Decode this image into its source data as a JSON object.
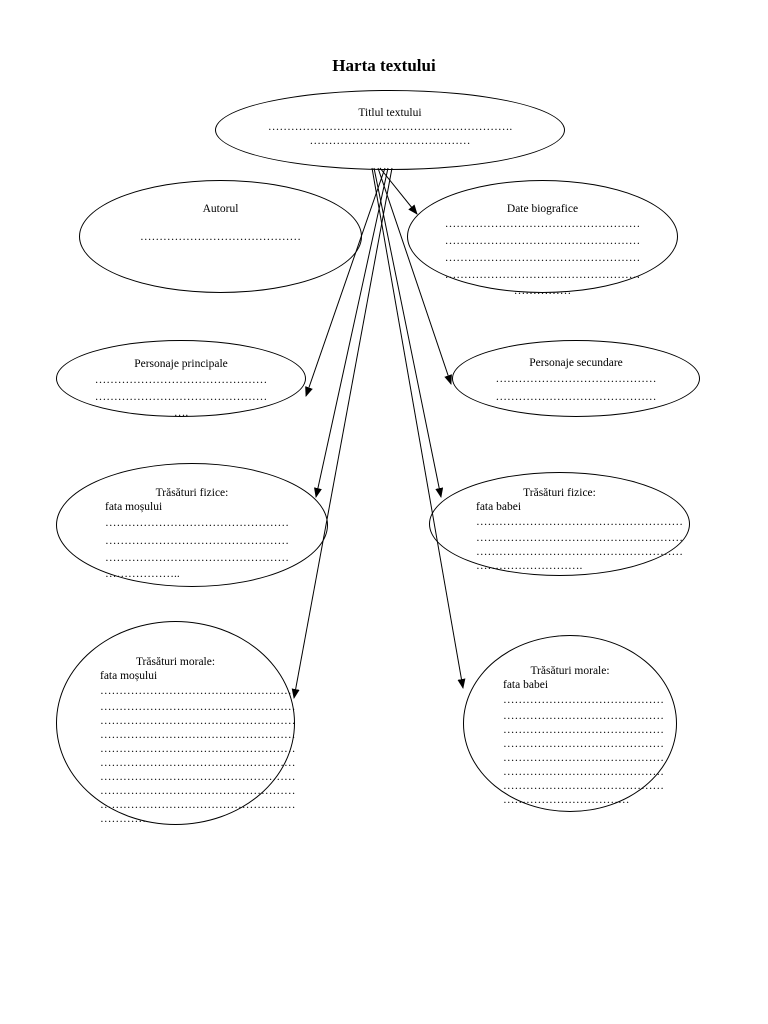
{
  "title": "Harta textului",
  "nodes": {
    "titlu": {
      "heading": "Titlul textului",
      "lines": [
        "……………………………………………………….",
        "……………………………………"
      ]
    },
    "autorul": {
      "heading": "Autorul",
      "lines": [
        "……………………………………"
      ]
    },
    "date_biografice": {
      "heading": "Date biografice",
      "lines": [
        "……………………………………………",
        "……………………………………………",
        "……………………………………………",
        "……………………………………………",
        "……………"
      ]
    },
    "personaje_principale": {
      "heading": "Personaje principale",
      "lines": [
        "………………………………………",
        "………………………………………",
        "…."
      ]
    },
    "personaje_secundare": {
      "heading": "Personaje secundare",
      "lines": [
        "……………………………………",
        "……………………………………"
      ]
    },
    "trasaturi_fizice_mos": {
      "heading": "Trăsături fizice:",
      "subheading": "fata moșului",
      "lines": [
        "…………………………………………",
        "…………………………………………",
        "…………………………………………",
        "……………….."
      ]
    },
    "trasaturi_fizice_baba": {
      "heading": "Trăsături fizice:",
      "subheading": "fata babei",
      "lines": [
        "………………………………………………",
        "………………………………………………",
        "………………………………………………",
        "………………………."
      ]
    },
    "trasaturi_morale_mos": {
      "heading": "Trăsături morale:",
      "subheading": "fata moșului",
      "lines": [
        "……………………………………………",
        "……………………………………………",
        "……………………………………………",
        "……………………………………………",
        "……………………………………………",
        "……………………………………………",
        "……………………………………………",
        "……………………………………………",
        "……………………………………………",
        "…………"
      ]
    },
    "trasaturi_morale_baba": {
      "heading": "Trăsături morale:",
      "subheading": "fata babei",
      "lines": [
        "……………………………………",
        "……………………………………",
        "……………………………………",
        "……………………………………",
        "……………………………………",
        "……………………………………",
        "……………………………………",
        "……………………………"
      ]
    }
  }
}
